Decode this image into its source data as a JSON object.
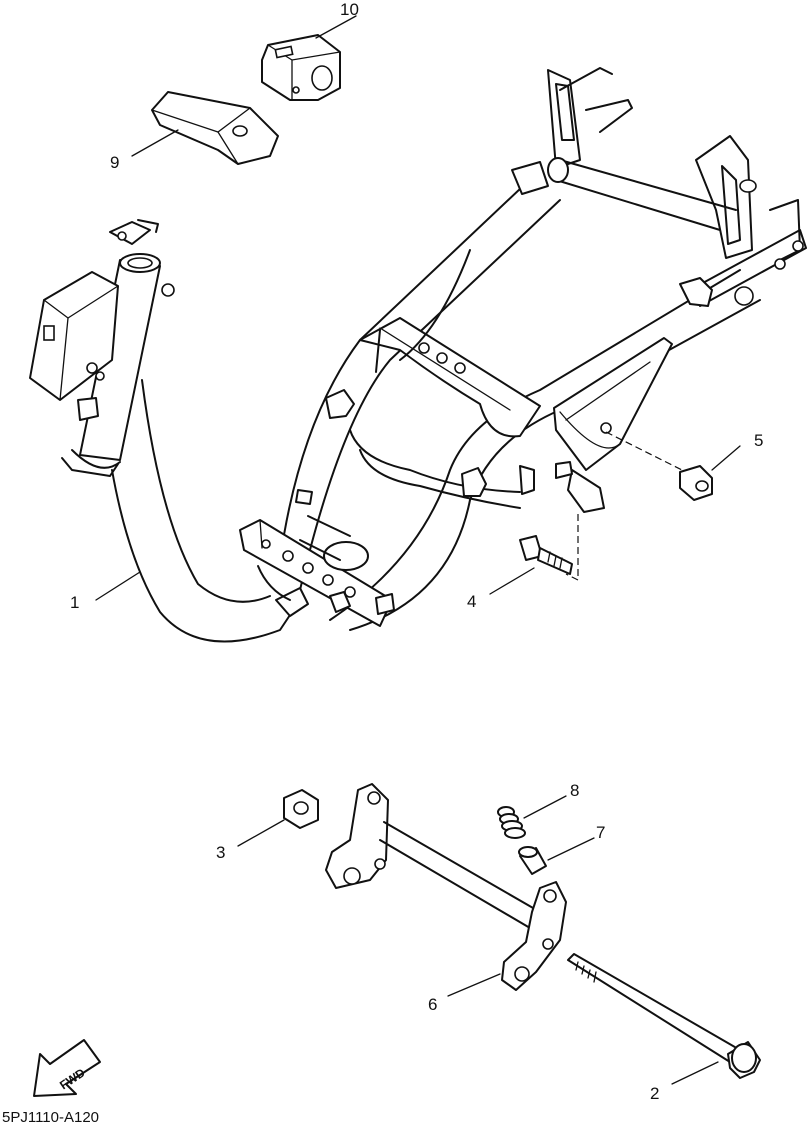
{
  "callouts": [
    {
      "id": "1",
      "label": "1"
    },
    {
      "id": "2",
      "label": "2"
    },
    {
      "id": "3",
      "label": "3"
    },
    {
      "id": "4",
      "label": "4"
    },
    {
      "id": "5",
      "label": "5"
    },
    {
      "id": "6",
      "label": "6"
    },
    {
      "id": "7",
      "label": "7"
    },
    {
      "id": "8",
      "label": "8"
    },
    {
      "id": "9",
      "label": "9"
    },
    {
      "id": "10",
      "label": "10"
    }
  ],
  "fwd_label": "FWD",
  "diagram_code": "5PJ1110-A120"
}
